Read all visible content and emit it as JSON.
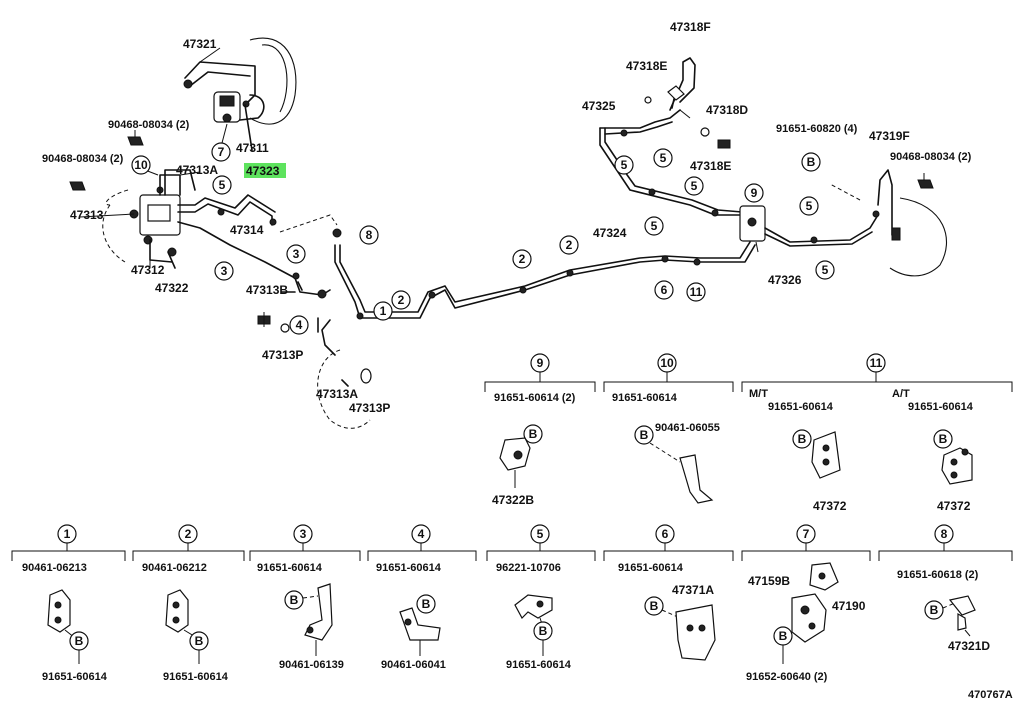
{
  "diagram_id": "470767A",
  "highlight_color": "#5ee35e",
  "main_labels": {
    "p47321": "47321",
    "p47311": "47311",
    "p90468_a": "90468-08034 (2)",
    "p90468_b": "90468-08034 (2)",
    "p47313A_top": "47313A",
    "p47323": "47323",
    "p47313": "47313",
    "p47314": "47314",
    "p47312": "47312",
    "p47322": "47322",
    "p47313B": "47313B",
    "p47313P_a": "47313P",
    "p47313A_b": "47313A",
    "p47313P_b": "47313P",
    "p47324": "47324",
    "p47318F": "47318F",
    "p47318E_top": "47318E",
    "p47325": "47325",
    "p47318D": "47318D",
    "p47318E_b": "47318E",
    "p91651_60820": "91651-60820 (4)",
    "p47319F": "47319F",
    "p90468_c": "90468-08034 (2)",
    "p47326": "47326"
  },
  "callouts": {
    "c1": "1",
    "c2": "2",
    "c3": "3",
    "c4": "4",
    "c5": "5",
    "c6": "6",
    "c7": "7",
    "c8": "8",
    "c9": "9",
    "c10": "10",
    "c11": "11",
    "cB": "B"
  },
  "detail_panels": {
    "d9": {
      "num": "9",
      "bolt": "91651-60614 (2)",
      "part": "47322B"
    },
    "d10": {
      "num": "10",
      "bolt": "91651-60614",
      "part": "90461-06055"
    },
    "d11": {
      "num": "11",
      "mt": "M/T",
      "at": "A/T",
      "bolt_mt": "91651-60614",
      "bolt_at": "91651-60614",
      "part_mt": "47372",
      "part_at": "47372"
    },
    "d1": {
      "num": "1",
      "top": "90461-06213",
      "bottom": "91651-60614"
    },
    "d2": {
      "num": "2",
      "top": "90461-06212",
      "bottom": "91651-60614"
    },
    "d3": {
      "num": "3",
      "top": "91651-60614",
      "bottom": "90461-06139"
    },
    "d4": {
      "num": "4",
      "top": "91651-60614",
      "bottom": "90461-06041"
    },
    "d5": {
      "num": "5",
      "top": "96221-10706",
      "bottom": "91651-60614"
    },
    "d6": {
      "num": "6",
      "top": "91651-60614",
      "part": "47371A"
    },
    "d7": {
      "num": "7",
      "part_a": "47159B",
      "part_b": "47190",
      "bottom": "91652-60640 (2)"
    },
    "d8": {
      "num": "8",
      "top": "91651-60618 (2)",
      "part": "47321D"
    }
  }
}
